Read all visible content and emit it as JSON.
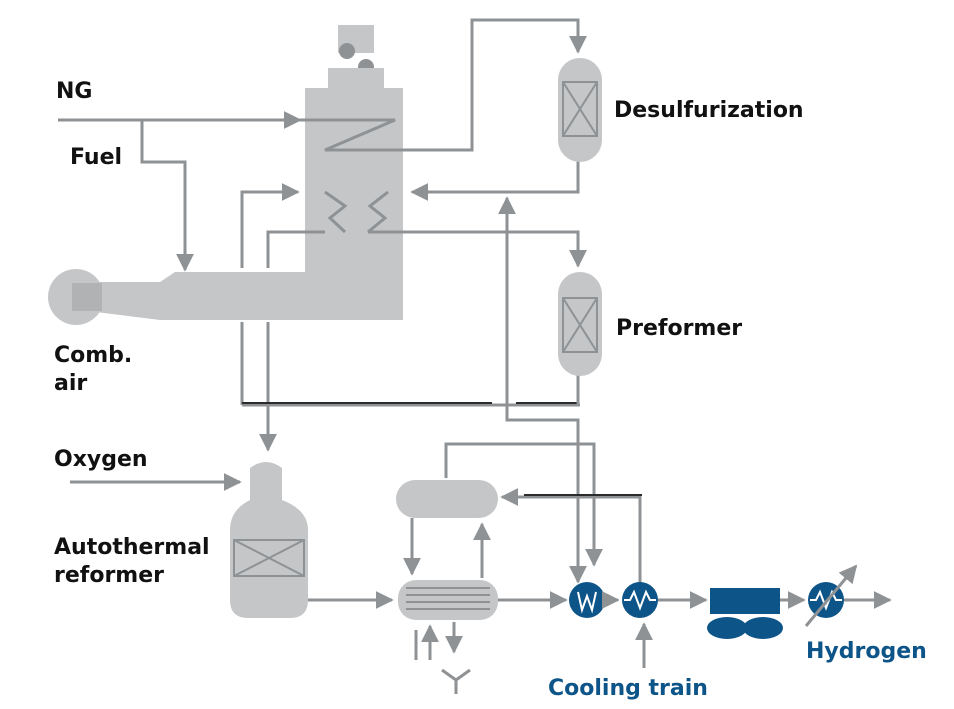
{
  "labels": {
    "ng": "NG",
    "fuel": "Fuel",
    "comb_air_line1": "Comb.",
    "comb_air_line2": "air",
    "oxygen": "Oxygen",
    "atr_line1": "Autothermal",
    "atr_line2": "reformer",
    "desulfurization": "Desulfurization",
    "preformer": "Preformer",
    "cooling_train": "Cooling train",
    "hydrogen": "Hydrogen"
  },
  "colors": {
    "equipment_gray": "#c4c6c8",
    "line_gray": "#8f9294",
    "accent_blue": "#0d5488",
    "text_black": "#111111"
  },
  "icons": [
    "heat-exchanger-w-icon",
    "heat-exchanger-wave-icon",
    "compressor-icon",
    "fan-icon"
  ]
}
